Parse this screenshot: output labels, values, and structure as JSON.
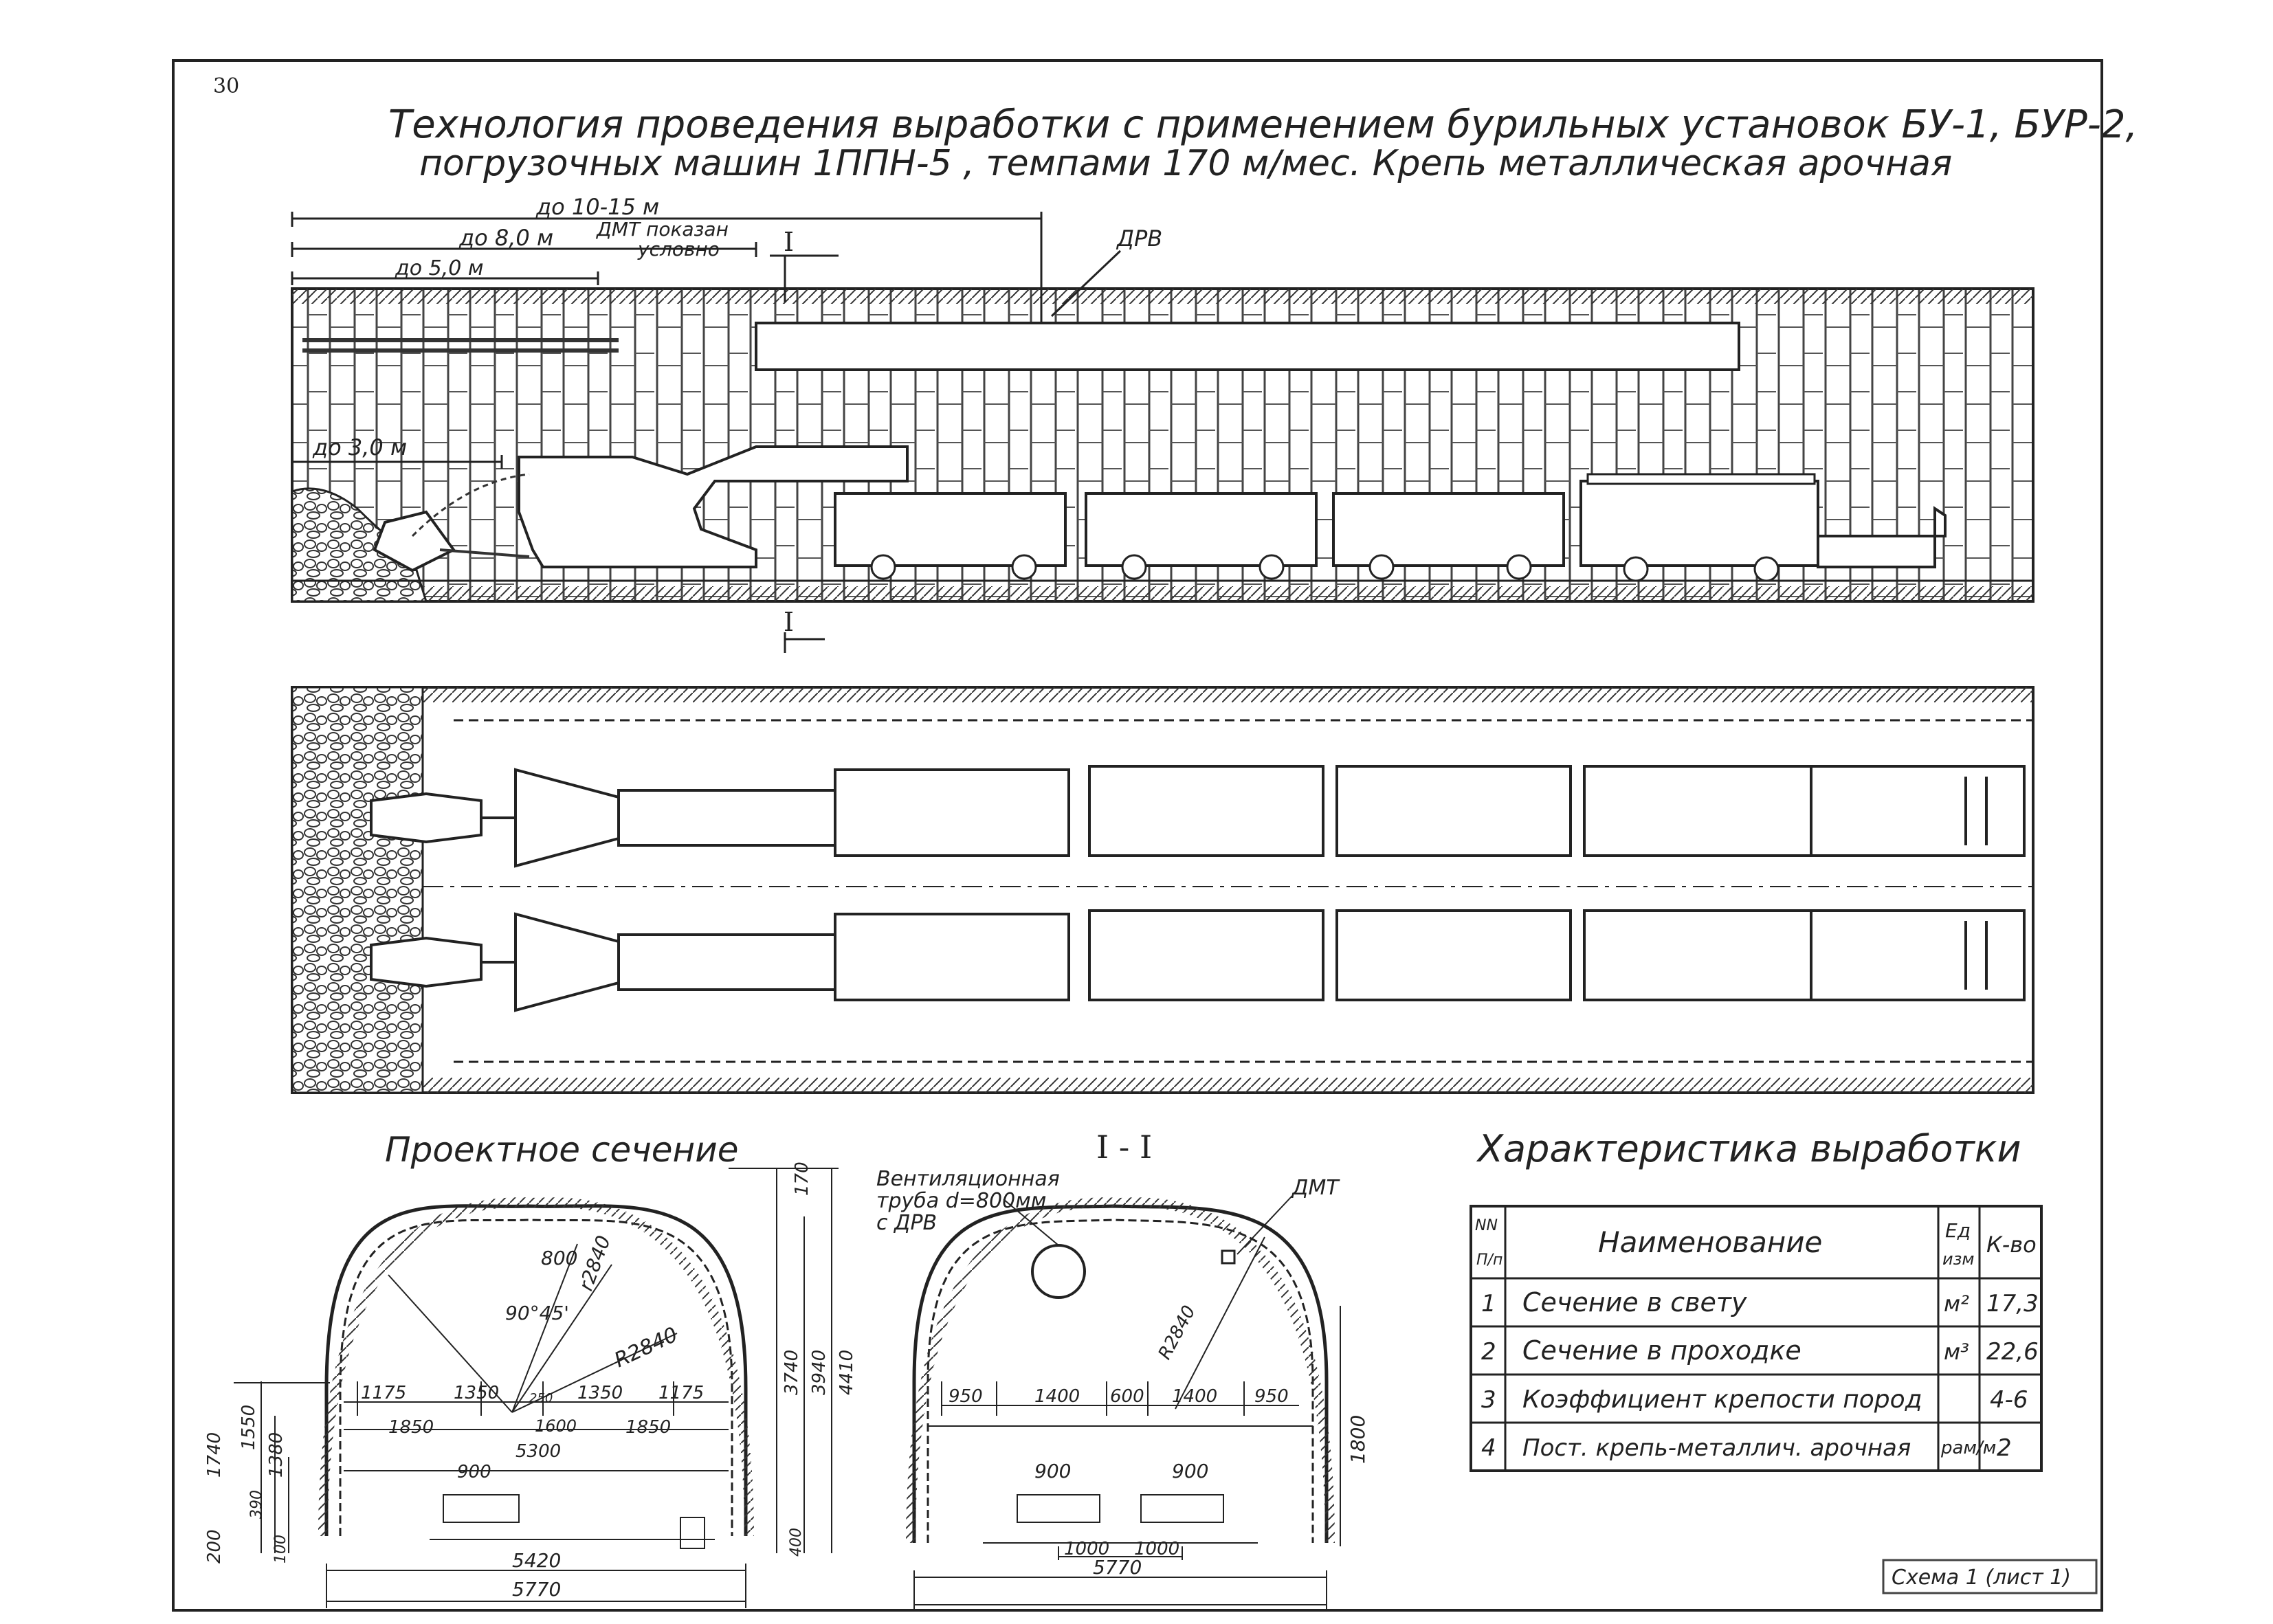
{
  "page_number": "30",
  "title_line1": "Технология проведения выработки с применением бурильных установок БУ-1, БУР-2,",
  "title_line2": "погрузочных машин 1ППН-5 , темпами 170 м/мес. Крепь металлическая арочная",
  "profile": {
    "dim_10_15": "до 10-15 м",
    "dim_8": "до 8,0 м",
    "dim_5": "до 5,0 м",
    "dim_3": "до 3,0 м",
    "dmt_note_1": "ДМТ показан",
    "dmt_note_2": "условно",
    "section_mark": "I",
    "drv": "ДРВ"
  },
  "design_section": {
    "title": "Проектное сечение",
    "dims": {
      "d800": "800",
      "r2840_top": "r2840",
      "angle": "90°45'",
      "r2840": "R2840",
      "d1175_l": "1175",
      "d1350_l": "1350",
      "d250": "250",
      "d1350_r": "1350",
      "d1175_r": "1175",
      "d1850_l": "1850",
      "d1600": "1600",
      "d1850_r": "1850",
      "d5300": "5300",
      "d900": "900",
      "d5420": "5420",
      "d5770": "5770",
      "d170": "170",
      "d3740": "3740",
      "d3940": "3940",
      "d4410": "4410",
      "d400": "400",
      "d1740": "1740",
      "d1550": "1550",
      "d1380": "1380",
      "d390": "390",
      "d200": "200",
      "d100": "100"
    }
  },
  "section_1_1": {
    "title": "I - I",
    "vent_line1": "Вентиляционная",
    "vent_line2": "труба d=800мм",
    "vent_line3": "с ДРВ",
    "dmt": "ДМТ",
    "r2840": "R2840",
    "dims": {
      "d950_l": "950",
      "d1400_l": "1400",
      "d600": "600",
      "d1400_r": "1400",
      "d950_r": "950",
      "d900_l": "900",
      "d900_r": "900",
      "d1000_l": "1000",
      "d1000_r": "1000",
      "d5770": "5770",
      "d1800": "1800"
    }
  },
  "characteristics": {
    "title": "Характеристика выработки",
    "headers": {
      "num_1": "NN",
      "num_2": "П/п",
      "name": "Наименование",
      "unit_1": "Ед",
      "unit_2": "изм",
      "value": "К-во"
    },
    "rows": [
      {
        "num": "1",
        "name": "Сечение в свету",
        "unit": "м²",
        "value": "17,3"
      },
      {
        "num": "2",
        "name": "Сечение в проходке",
        "unit": "м³",
        "value": "22,6"
      },
      {
        "num": "3",
        "name": "Коэффициент крепости пород",
        "unit": "",
        "value": "4-6"
      },
      {
        "num": "4",
        "name": "Пост. крепь-металлич. арочная",
        "unit": "рам/м",
        "value": "2"
      }
    ]
  },
  "stamp": "Схема 1 (лист 1)"
}
